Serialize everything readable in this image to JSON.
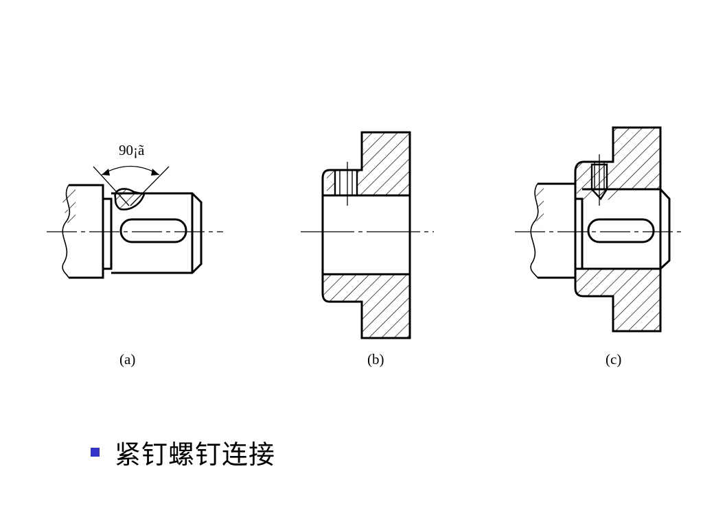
{
  "figure": {
    "angle_label": "90¡ã",
    "captions": {
      "a": "(a)",
      "b": "(b)",
      "c": "(c)"
    }
  },
  "bullet": {
    "text": "紧钉螺钉连接",
    "color": "#3333cc"
  },
  "colors": {
    "line": "#000000",
    "background": "#ffffff"
  }
}
